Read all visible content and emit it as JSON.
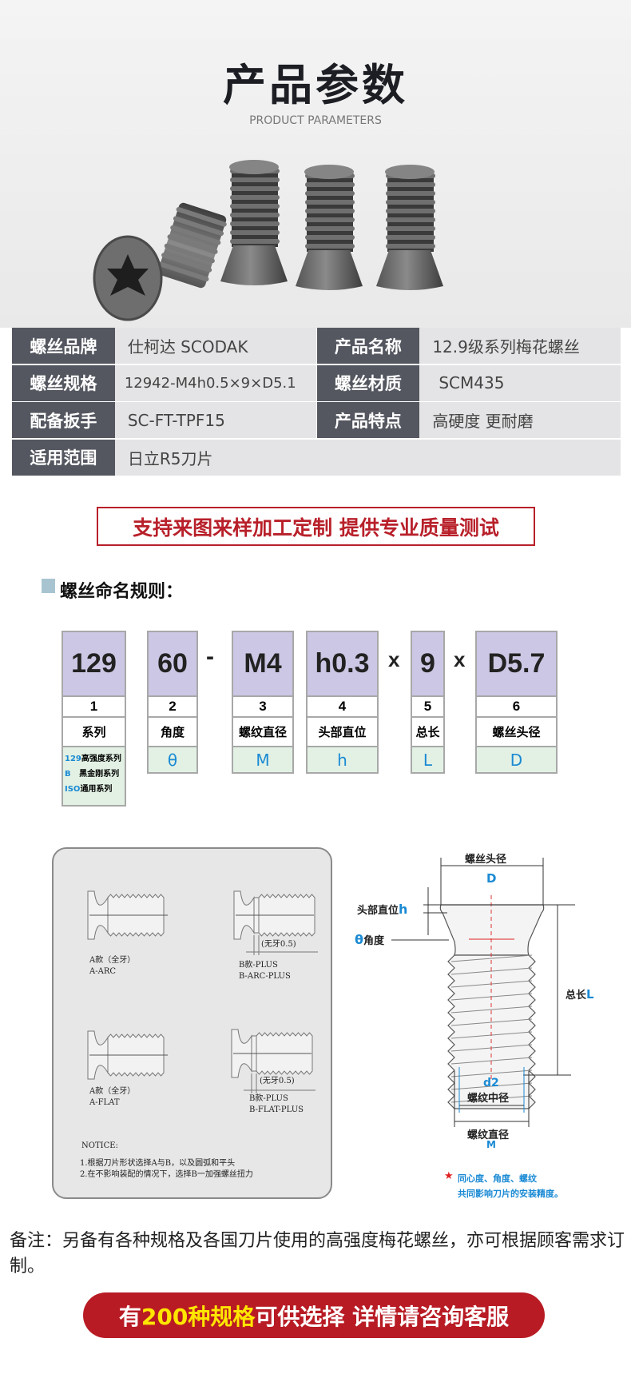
{
  "header": {
    "title": "产品参数",
    "subtitle": "PRODUCT PARAMETERS"
  },
  "specs": [
    {
      "label": "螺丝品牌",
      "value": "仕柯达 SCODAK",
      "label2": "产品名称",
      "value2": "12.9级系列梅花螺丝"
    },
    {
      "label": "螺丝规格",
      "value": "12942-M4h0.5×9×D5.1",
      "label2": "螺丝材质",
      "value2": "SCM435"
    },
    {
      "label": "配备扳手",
      "value": "SC-FT-TPF15",
      "label2": "产品特点",
      "value2": "高硬度 更耐磨"
    },
    {
      "label": "适用范围",
      "value": "日立R5刀片"
    }
  ],
  "banner": "支持来图来样加工定制 提供专业质量测试",
  "naming": {
    "heading": "螺丝命名规则：",
    "separators": [
      "-",
      "x",
      "x"
    ],
    "columns": [
      {
        "code": "129",
        "num": "1",
        "label": "系列"
      },
      {
        "code": "60",
        "num": "2",
        "label": "角度",
        "symbol": "θ"
      },
      {
        "code": "M4",
        "num": "3",
        "label": "螺纹直径",
        "symbol": "M"
      },
      {
        "code": "h0.3",
        "num": "4",
        "label": "头部直位",
        "symbol": "h"
      },
      {
        "code": "9",
        "num": "5",
        "label": "总长",
        "symbol": "L"
      },
      {
        "code": "D5.7",
        "num": "6",
        "label": "螺丝头径",
        "symbol": "D"
      }
    ],
    "series": [
      {
        "code": "129",
        "name": "高强度系列"
      },
      {
        "code": "B",
        "name": "黑金刚系列"
      },
      {
        "code": "ISO",
        "name": "通用系列"
      }
    ]
  },
  "types": {
    "a_arc": [
      "A款（全牙）",
      "A-ARC"
    ],
    "b_arc": [
      "B款-PLUS",
      "B-ARC-PLUS"
    ],
    "a_flat": [
      "A款（全牙）",
      "A-FLAT"
    ],
    "b_flat": [
      "B款-PLUS",
      "B-FLAT-PLUS"
    ],
    "no_thread": "(无牙0.5)",
    "notice_title": "NOTICE:",
    "notice": [
      "1.根据刀片形状选择A与B，以及圆弧和平头",
      "2.在不影响装配的情况下，选择B一加强螺丝扭力"
    ]
  },
  "diagram": {
    "head_dia": "螺丝头径",
    "D": "D",
    "head_flat": "头部直位",
    "h": "h",
    "theta": "θ",
    "angle": "角度",
    "length": "总长",
    "L": "L",
    "d2": "d2",
    "pitch_dia": "螺纹中径",
    "thread_dia": "螺纹直径",
    "M": "M",
    "star_note": [
      "同心度、角度、螺纹",
      "共同影响刀片的安装精度。"
    ],
    "star": "★"
  },
  "note": "备注：另备有各种规格及各国刀片使用的高强度梅花螺丝，亦可根据顾客需求订制。",
  "cta": {
    "pre": "有",
    "highlight": "200种规格",
    "post": "可供选择 详情请咨询客服"
  },
  "colors": {
    "dark_label": "#545760",
    "red": "#b81b24",
    "blue": "#1a8ad4",
    "yellow": "#ffe600",
    "purple": "#cbc7e4",
    "green": "#e2f1e4"
  }
}
